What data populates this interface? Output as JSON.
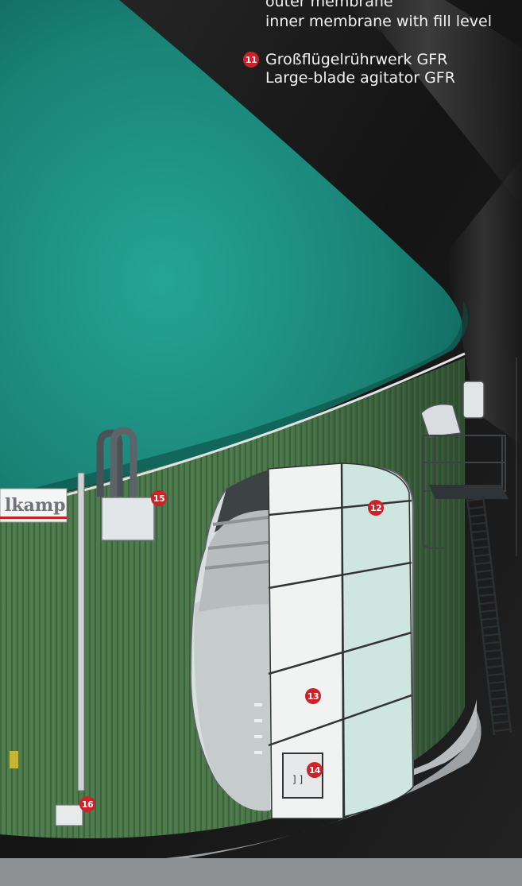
{
  "legend": {
    "item_10_line_b": "outer membrane",
    "item_10_line_c": "inner membrane with fill level",
    "item_11": {
      "number": "11",
      "line_de": "Großflügelrührwerk GFR",
      "line_en": "Large-blade agitator GFR"
    }
  },
  "callouts": [
    {
      "id": "12",
      "label": "12"
    },
    {
      "id": "13",
      "label": "13"
    },
    {
      "id": "14",
      "label": "14"
    },
    {
      "id": "15",
      "label": "15"
    },
    {
      "id": "16",
      "label": "16"
    }
  ],
  "brand_sign": {
    "text": "lkamp"
  },
  "colors": {
    "roof": "#1f8a7d",
    "tank_wall": "#4f7c4e",
    "callout": "#d0202a",
    "background": "#1a1a1a",
    "interior": "#e9ecea"
  }
}
